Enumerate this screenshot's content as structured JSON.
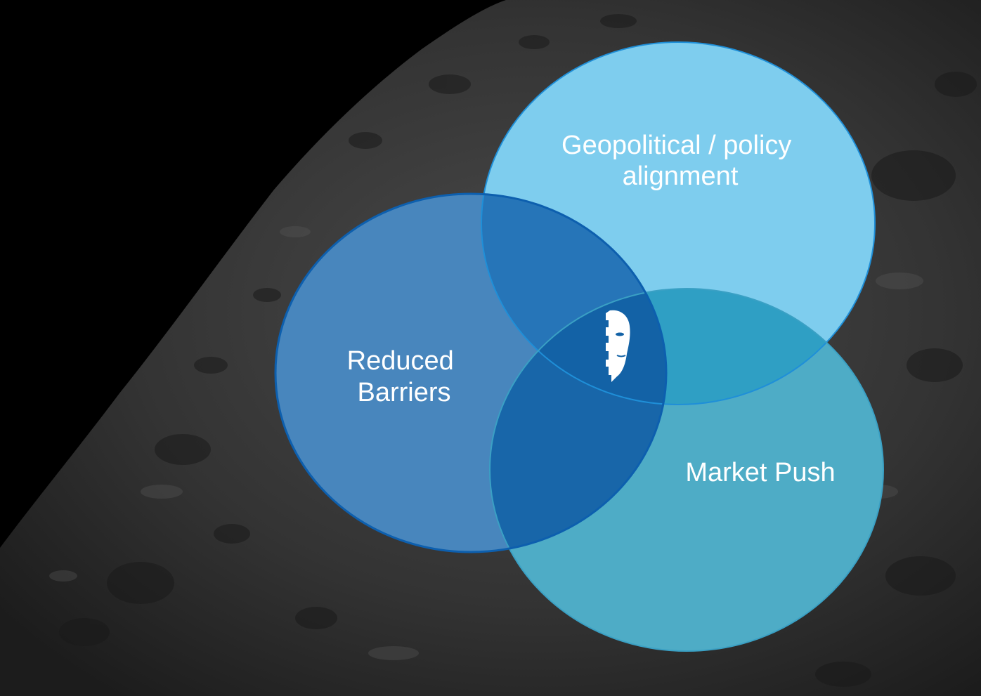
{
  "slide": {
    "background_description_color": "#000000",
    "surface_color": "#2a2a2a"
  },
  "venn": {
    "circles": [
      {
        "id": "geopolitical",
        "label_lines": [
          "Geopolitical / policy",
          "alignment"
        ],
        "fill": "#7ecdee",
        "stroke": "#1f8fd8"
      },
      {
        "id": "barriers",
        "label_lines": [
          "Reduced",
          "Barriers"
        ],
        "fill": "#4886bd",
        "stroke": "#0d5fae"
      },
      {
        "id": "market",
        "label_lines": [
          "Market Push"
        ],
        "fill": "#4eacc6",
        "stroke": "#3aa0c4"
      }
    ],
    "overlap_colors": {
      "geo_barriers": "#2675b8",
      "geo_market": "#2f9fc4",
      "barriers_market": "#1866a9",
      "center": "#1362a6"
    },
    "center_icon": "face-logo-icon"
  }
}
